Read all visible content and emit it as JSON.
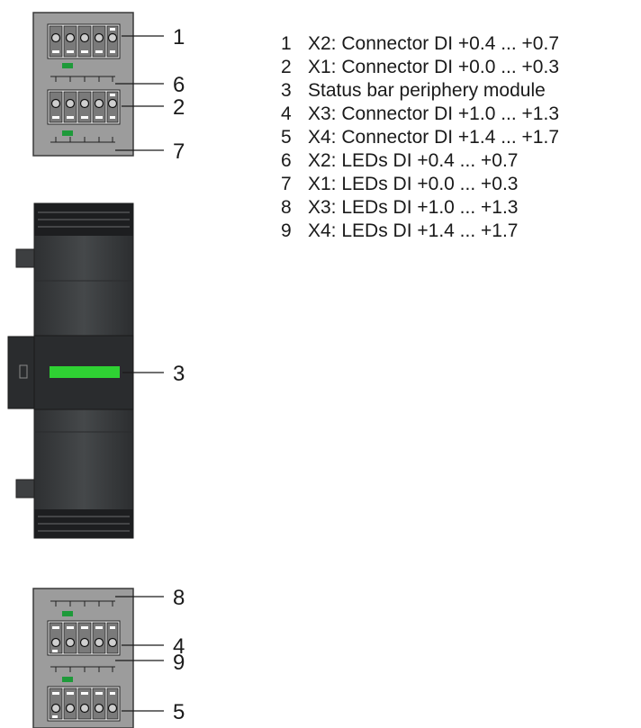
{
  "callouts": [
    "1",
    "6",
    "2",
    "7",
    "3",
    "8",
    "4",
    "9",
    "5"
  ],
  "legend": [
    {
      "num": "1",
      "text": "X2: Connector DI +0.4 ... +0.7"
    },
    {
      "num": "2",
      "text": "X1: Connector DI +0.0 ... +0.3"
    },
    {
      "num": "3",
      "text": "Status bar periphery module"
    },
    {
      "num": "4",
      "text": "X3: Connector DI +1.0 ... +1.3"
    },
    {
      "num": "5",
      "text": "X4: Connector DI +1.4 ... +1.7"
    },
    {
      "num": "6",
      "text": "X2: LEDs DI +0.4 ... +0.7"
    },
    {
      "num": "7",
      "text": "X1: LEDs DI +0.0 ... +0.3"
    },
    {
      "num": "8",
      "text": "X3: LEDs DI +1.0 ... +1.3"
    },
    {
      "num": "9",
      "text": "X4: LEDs DI +1.4 ... +1.7"
    }
  ],
  "colors": {
    "panel_frame": "#9c9c9c",
    "panel_border": "#3a3a3a",
    "module_body": "#3d3f41",
    "module_face": "#2a2c2e",
    "led_green": "#1e9a3a",
    "status_bar": "#2fd233"
  }
}
